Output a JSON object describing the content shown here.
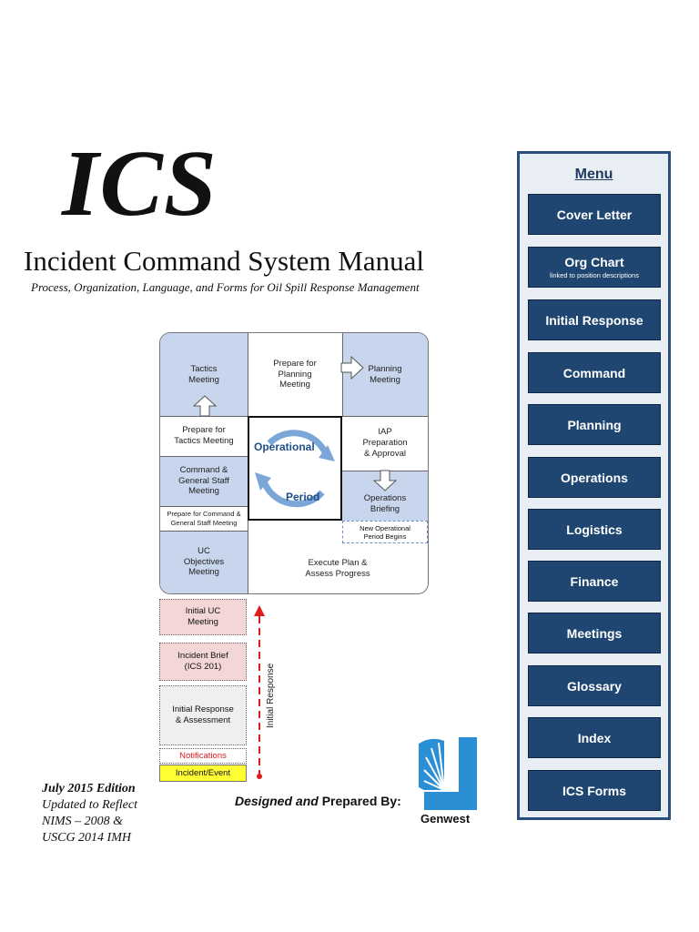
{
  "title": "ICS",
  "subtitle": "Incident Command System Manual",
  "tagline": "Process, Organization, Language, and Forms for Oil Spill Response Management",
  "cycle": {
    "tactics_meeting": "Tactics\nMeeting",
    "prepare_planning": "Prepare for\nPlanning\nMeeting",
    "planning_meeting": "Planning\nMeeting",
    "prepare_tactics": "Prepare for\nTactics Meeting",
    "command_general": "Command &\nGeneral Staff\nMeeting",
    "prepare_command": "Prepare for Command &\nGeneral Staff Meeting",
    "uc_objectives": "UC\nObjectives\nMeeting",
    "iap": "IAP\nPreparation\n& Approval",
    "ops_briefing": "Operations\nBriefing",
    "new_period": "New Operational\nPeriod Begins",
    "execute_plan": "Execute Plan &\nAssess Progress",
    "center_top": "Operational",
    "center_bottom": "Period"
  },
  "initial": {
    "initial_uc": "Initial UC\nMeeting",
    "incident_brief": "Incident Brief\n(ICS 201)",
    "initial_response": "Initial Response\n& Assessment",
    "notifications": "Notifications",
    "incident_event": "Incident/Event",
    "vertical_label": "Initial Response"
  },
  "edition": {
    "line1": "July 2015 Edition",
    "line2": "Updated to Reflect",
    "line3": "NIMS – 2008  &",
    "line4": "USCG 2014 IMH"
  },
  "prepared": {
    "italic": "Designed and",
    "rest": "Prepared By:"
  },
  "logo_text": "Genwest",
  "menu": {
    "title": "Menu",
    "items": [
      {
        "label": "Cover Letter",
        "sub": ""
      },
      {
        "label": "Org Chart",
        "sub": "linked to position descriptions"
      },
      {
        "label": "Initial Response",
        "sub": ""
      },
      {
        "label": "Command",
        "sub": ""
      },
      {
        "label": "Planning",
        "sub": ""
      },
      {
        "label": "Operations",
        "sub": ""
      },
      {
        "label": "Logistics",
        "sub": ""
      },
      {
        "label": "Finance",
        "sub": ""
      },
      {
        "label": "Meetings",
        "sub": ""
      },
      {
        "label": "Glossary",
        "sub": ""
      },
      {
        "label": "Index",
        "sub": ""
      },
      {
        "label": "ICS Forms",
        "sub": ""
      }
    ]
  },
  "colors": {
    "menu_button": "#1f4670",
    "cycle_blue": "#c7d6ec",
    "notification_red": "#e01b1b",
    "incident_yellow": "#ffff33"
  }
}
